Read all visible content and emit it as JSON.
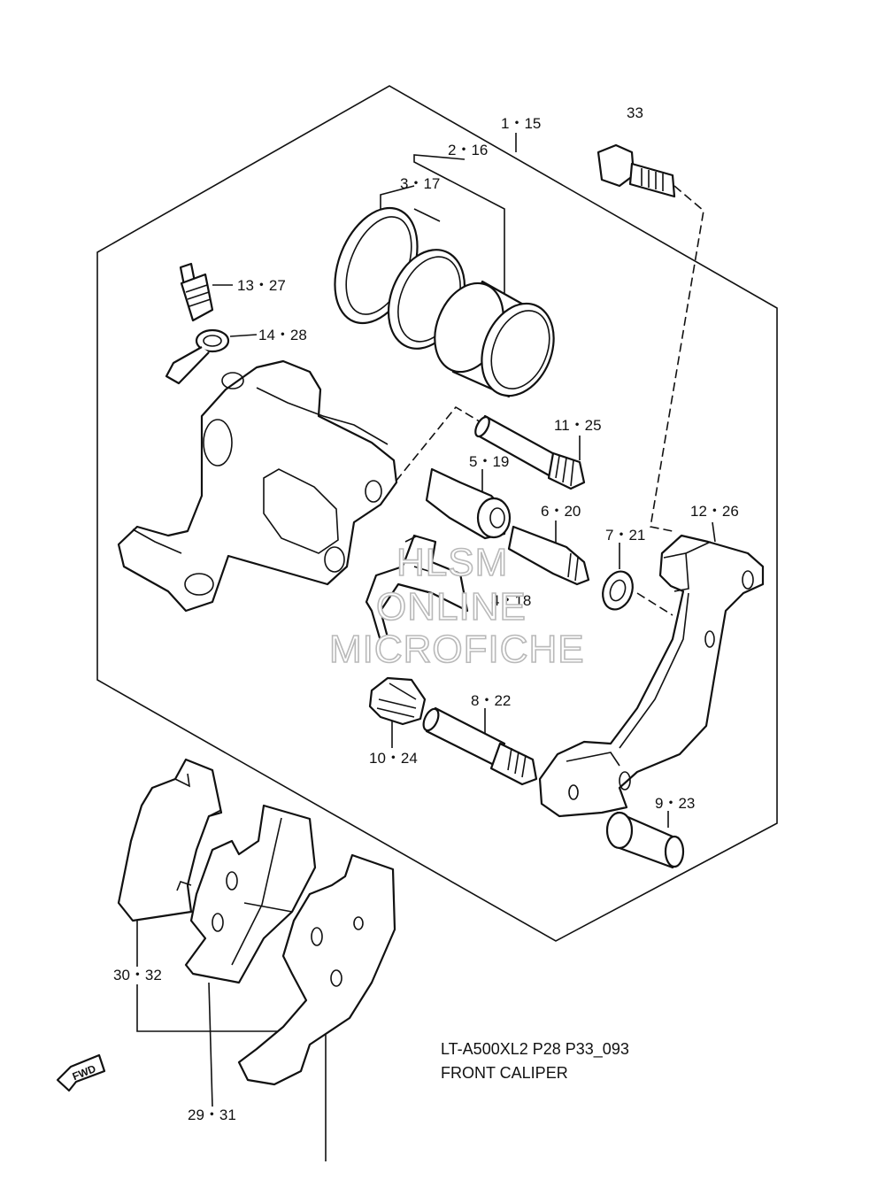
{
  "labels": {
    "p33": "33",
    "p1_15": "1・15",
    "p2_16": "2・16",
    "p3_17": "3・17",
    "p13_27": "13・27",
    "p14_28": "14・28",
    "p11_25": "11・25",
    "p5_19": "5・19",
    "p6_20": "6・20",
    "p12_26": "12・26",
    "p7_21": "7・21",
    "p4_18": "4・18",
    "p8_22": "8・22",
    "p10_24": "10・24",
    "p9_23": "9・23",
    "p30_32": "30・32",
    "p29_31": "29・31"
  },
  "caption": {
    "code": "LT-A500XL2 P28 P33_093",
    "title": "FRONT CALIPER"
  },
  "watermark": {
    "line1": "HLSM",
    "line2": "ONLINE",
    "line3": "MICROFICHE"
  },
  "direction_badge": "FWD"
}
